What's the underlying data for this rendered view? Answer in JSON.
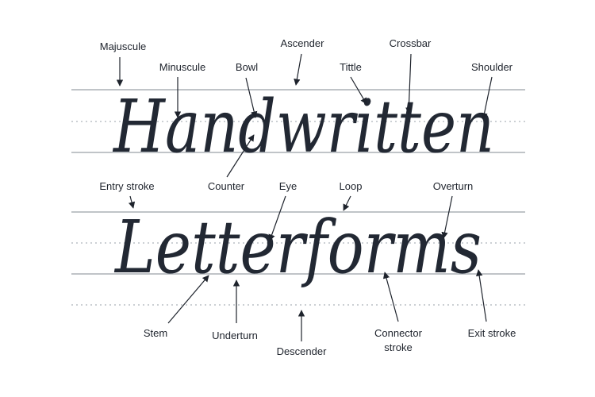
{
  "words": {
    "top": "Handwritten",
    "bottom": "Letterforms"
  },
  "labels": {
    "majuscule": "Majuscule",
    "minuscule": "Minuscule",
    "bowl": "Bowl",
    "ascender": "Ascender",
    "tittle": "Tittle",
    "crossbar": "Crossbar",
    "shoulder": "Shoulder",
    "entry_stroke": "Entry stroke",
    "counter": "Counter",
    "eye": "Eye",
    "loop": "Loop",
    "overturn": "Overturn",
    "stem": "Stem",
    "underturn": "Underturn",
    "descender": "Descender",
    "connector_stroke_line1": "Connector",
    "connector_stroke_line2": "stroke",
    "exit_stroke": "Exit stroke"
  },
  "colors": {
    "ink": "#222833",
    "label_text": "#1e232c",
    "guide_line": "#9aa0a8",
    "background": "#ffffff"
  }
}
